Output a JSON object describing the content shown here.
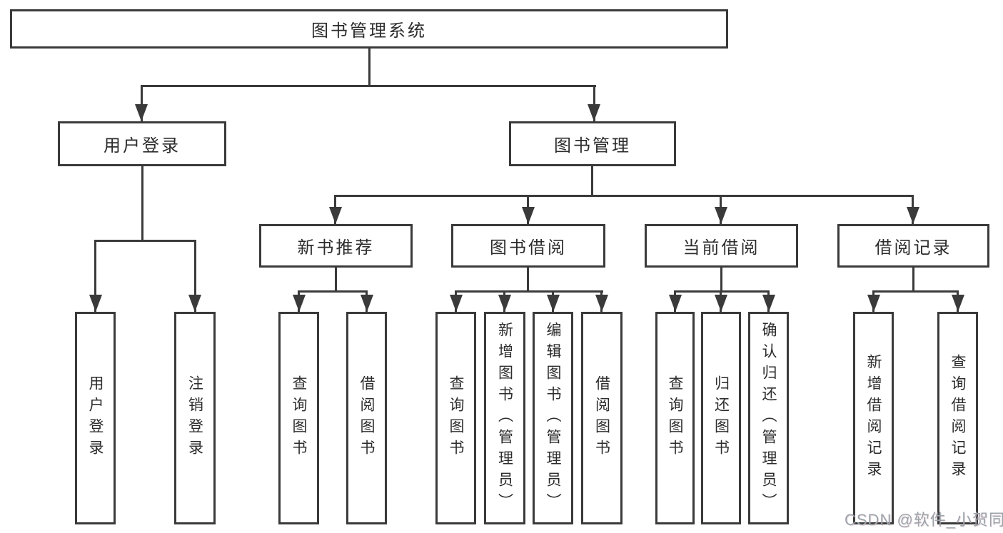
{
  "diagram": {
    "root_label": "图书管理系统",
    "level2": [
      "用户登录",
      "图书管理"
    ],
    "level3": [
      "新书推荐",
      "图书借阅",
      "当前借阅",
      "借阅记录"
    ],
    "leaves": {
      "user_login": [
        "用户登录",
        "注销登录"
      ],
      "new_book": [
        "查询图书",
        "借阅图书"
      ],
      "book_borrow": [
        "查询图书",
        "新增图书（管理员）",
        "编辑图书（管理员）",
        "借阅图书"
      ],
      "current_borrow": [
        "查询图书",
        "归还图书",
        "确认归还（管理员）"
      ],
      "borrow_records": [
        "新增借阅记录",
        "查询借阅记录"
      ]
    },
    "watermark": "CSDN @软件_小贺同学",
    "colors": {
      "line": "#3a3a3a",
      "text": "#2c2c2c",
      "background": "#ffffff",
      "watermark": "#9ca4ac"
    }
  }
}
